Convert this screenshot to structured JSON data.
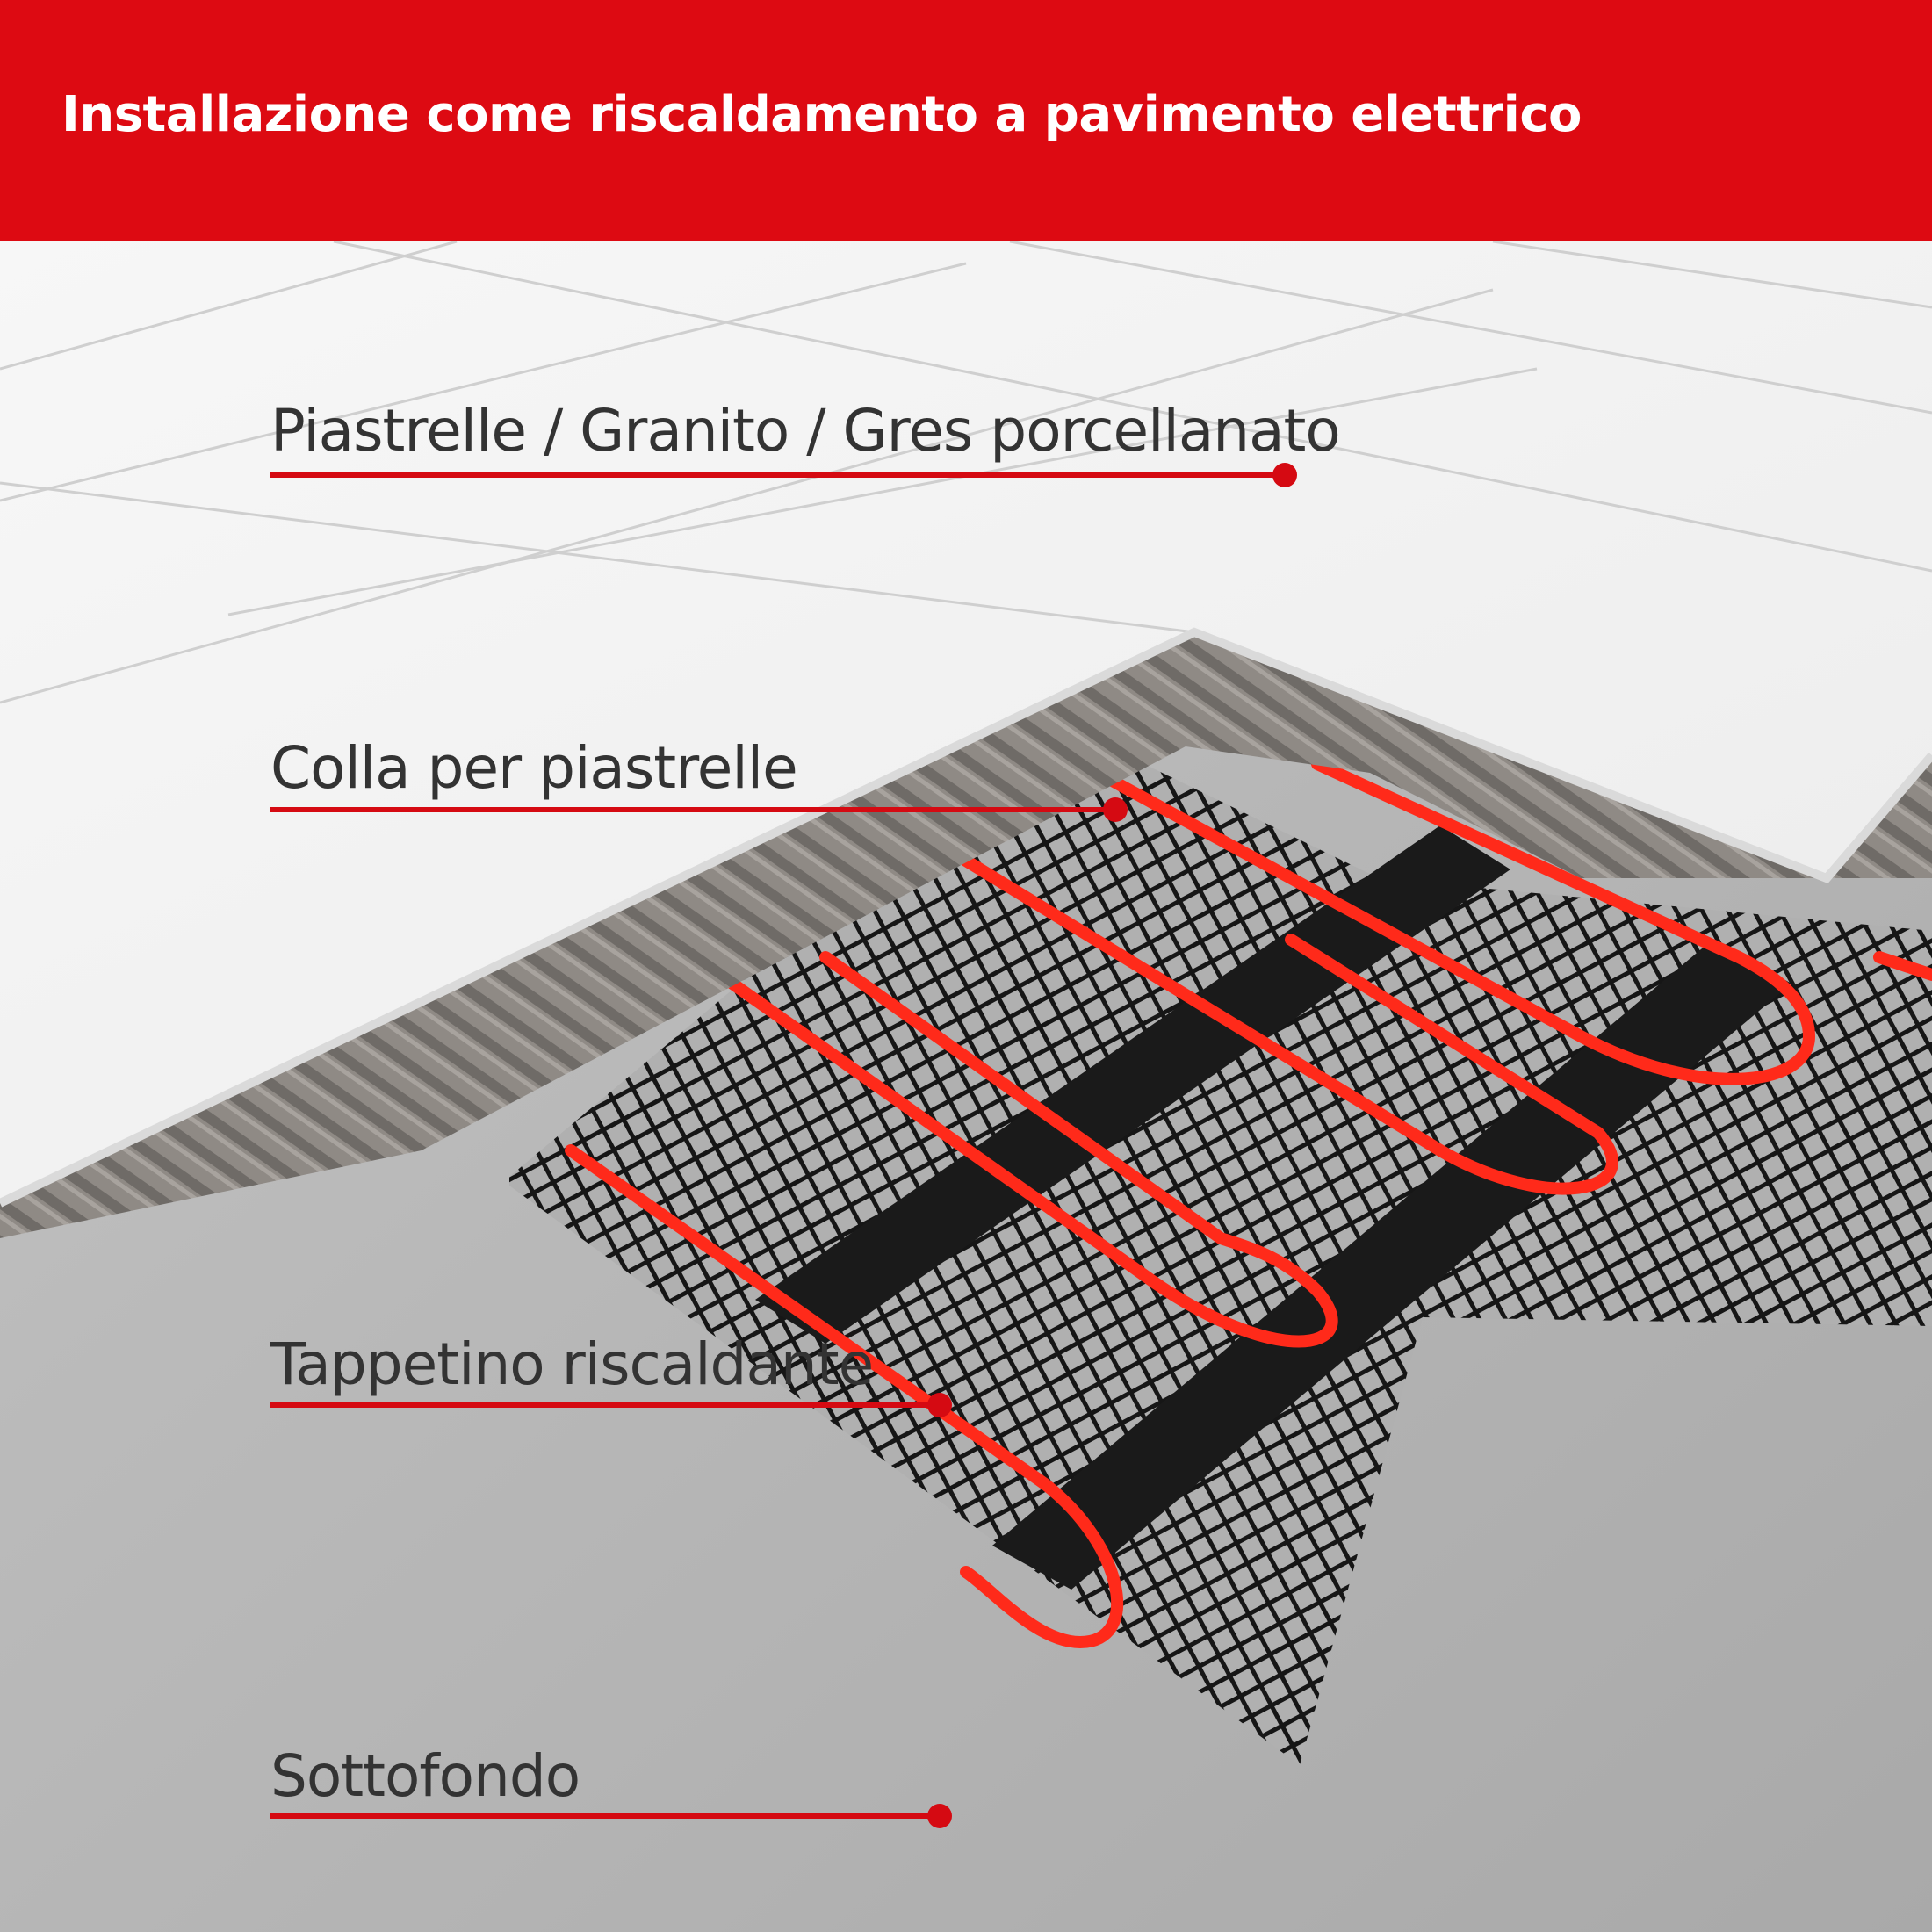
{
  "header": {
    "title": "Installazione come riscaldamento a pavimento elettrico"
  },
  "layers": [
    {
      "label": "Piastrelle / Granito / Gres porcellanato"
    },
    {
      "label": "Colla per piastrelle"
    },
    {
      "label": "Tappetino riscaldante"
    },
    {
      "label": "Sottofondo"
    }
  ],
  "colors": {
    "brand_red": "#dd0a12",
    "leader_red": "#d50a12",
    "cable_red": "#ff2a1a",
    "tile_white": "#f4f4f4",
    "adhesive_grey": "#8d8984",
    "mesh_black": "#161616",
    "screed_grey": "#b8b8b8"
  }
}
